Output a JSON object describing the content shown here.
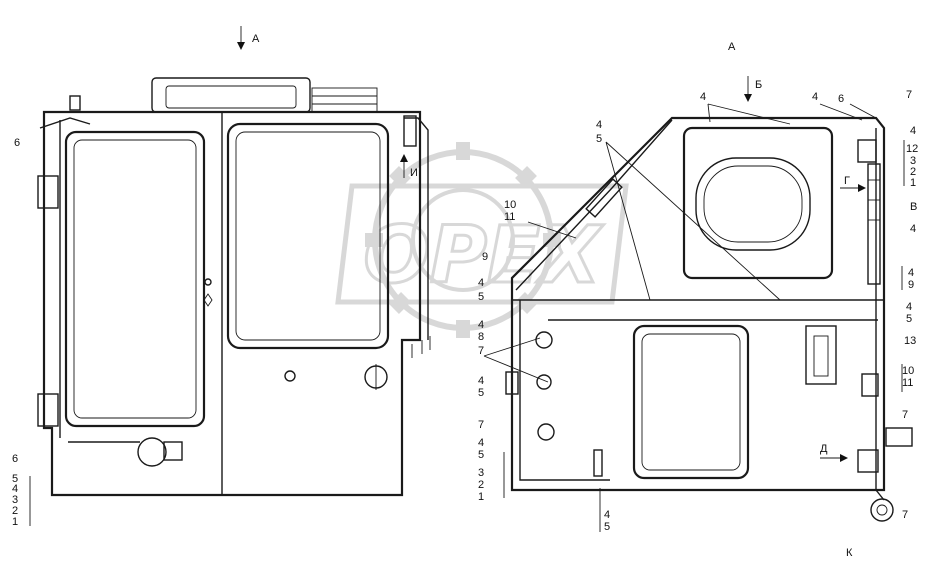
{
  "watermark": "OPEX",
  "labels": {
    "view_a_top": "А",
    "view_a_right": "А",
    "view_b": "Б",
    "view_i": "И",
    "view_g": "Г",
    "view_v": "В",
    "view_d": "Д",
    "view_k": "К",
    "n1": "1",
    "n2": "2",
    "n3": "3",
    "n4": "4",
    "n5": "5",
    "n6": "6",
    "n7": "7",
    "n8": "8",
    "n9": "9",
    "n10": "10",
    "n11": "11",
    "n12": "12",
    "n13": "13"
  }
}
